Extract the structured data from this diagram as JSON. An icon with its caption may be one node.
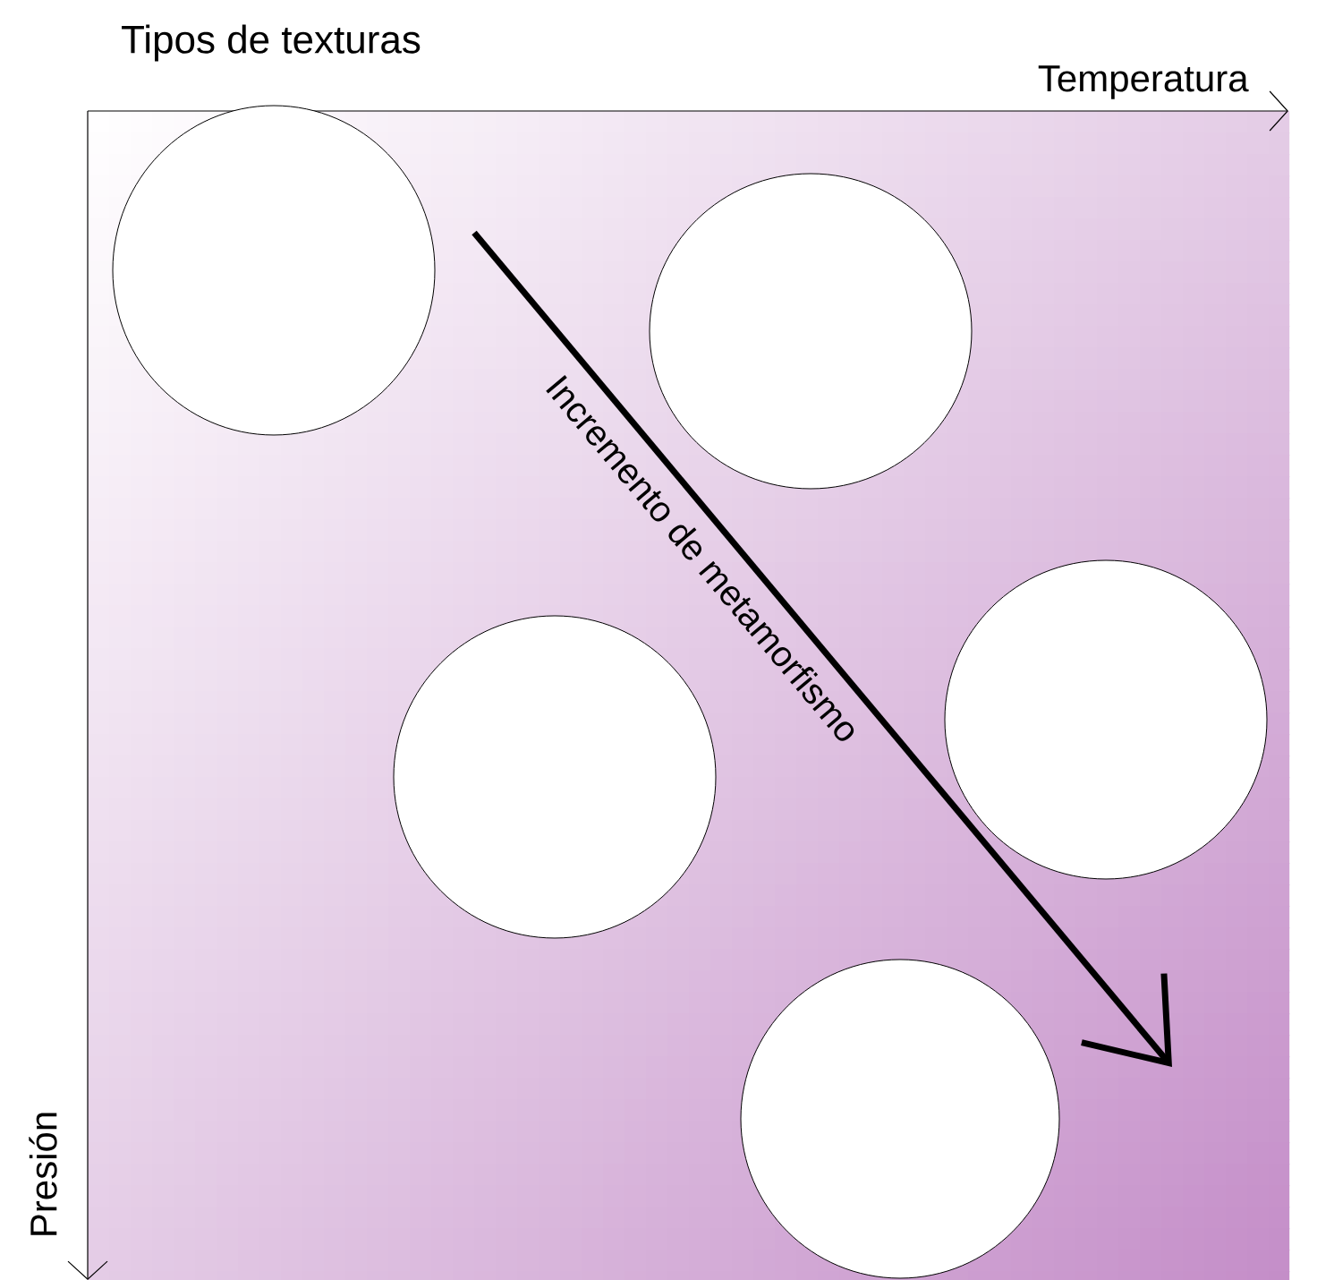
{
  "diagram": {
    "title": "Tipos de texturas",
    "nodes": [
      {
        "text": [],
        "shape": "circle"
      },
      {
        "text": [],
        "shape": "circle"
      },
      {
        "text": [],
        "shape": "circle"
      },
      {
        "text": [],
        "shape": "circle"
      },
      {
        "text": [],
        "shape": "circle"
      }
    ],
    "labels": [
      "Temperatura",
      "Presión",
      "Incremento de metamorfismo"
    ]
  }
}
